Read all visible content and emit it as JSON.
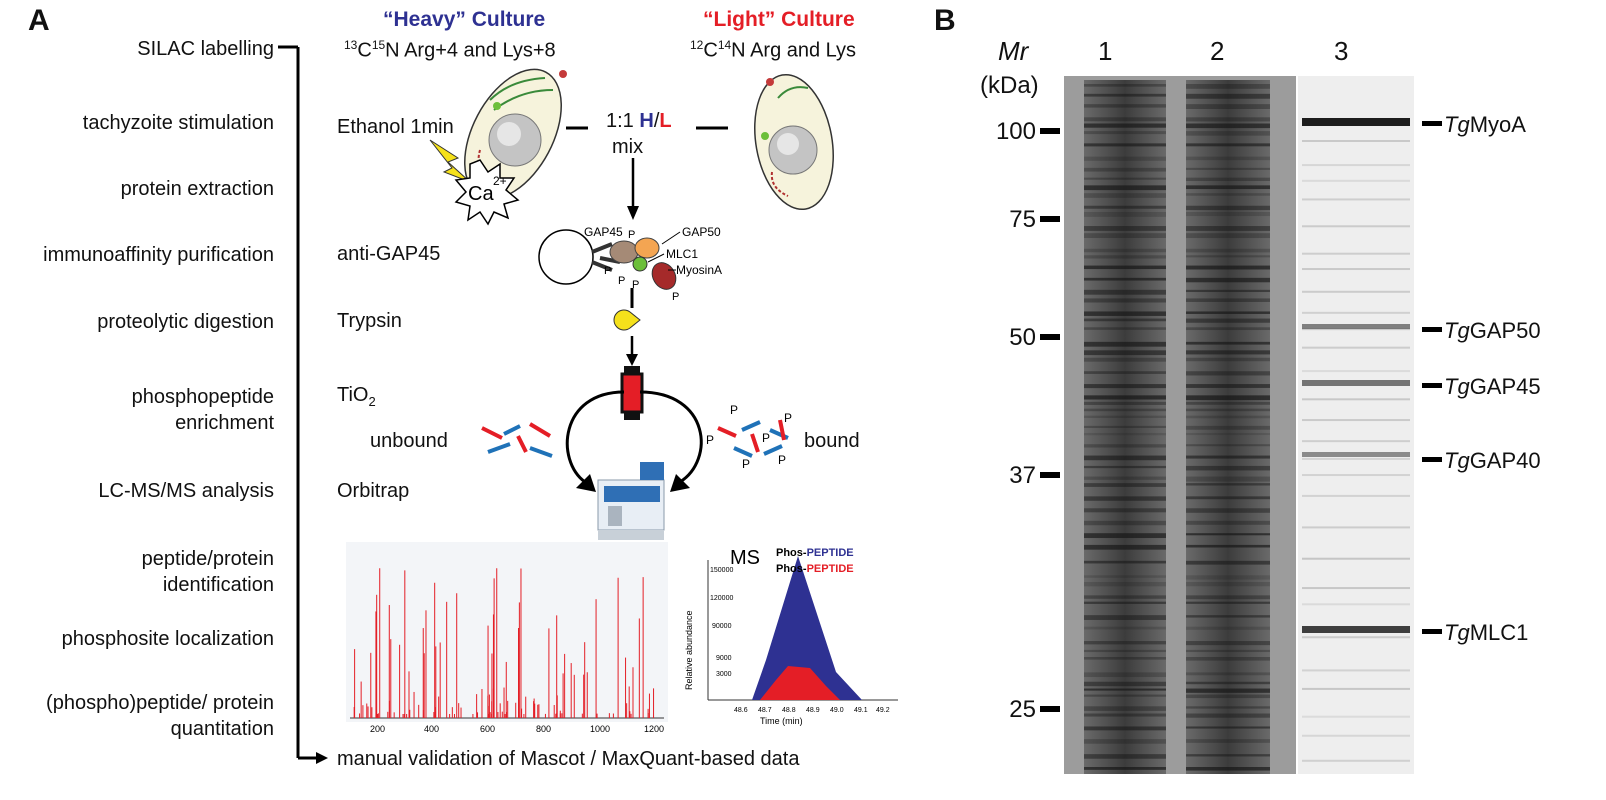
{
  "panel_a": {
    "letter": "A",
    "heavy_culture": "“Heavy” Culture",
    "light_culture": "“Light” Culture",
    "heavy_label": {
      "s1": "13",
      "t1": "C",
      "s2": "15",
      "t2": "N Arg+4 and Lys+8"
    },
    "light_label": {
      "s1": "12",
      "t1": "C",
      "s2": "14",
      "t2": "N Arg and Lys"
    },
    "steps": [
      "SILAC labelling",
      "tachyzoite stimulation",
      "protein extraction",
      "immunoaffinity purification",
      "proteolytic digestion",
      "phosphopeptide",
      "enrichment",
      "LC-MS/MS analysis",
      "peptide/protein",
      "identification",
      "phosphosite localization",
      "(phospho)peptide/ protein",
      "quantitation"
    ],
    "methods": {
      "stimulation": "Ethanol 1min",
      "purification": "anti-GAP45",
      "digestion": "Trypsin",
      "enrichment_t": "TiO",
      "enrichment_sub": "2",
      "analysis": "Orbitrap",
      "final": "manual validation of Mascot / MaxQuant-based data"
    },
    "mix": {
      "ratio": "1:1",
      "h": "H",
      "slash": "/",
      "l": "L",
      "word": "mix"
    },
    "calcium": {
      "ca": "Ca",
      "charge": "2+"
    },
    "complex": {
      "gap45": "GAP45",
      "gap50": "GAP50",
      "mlc1": "MLC1",
      "myosina": "MyosinA",
      "p": "P"
    },
    "unbound": "unbound",
    "bound": "bound",
    "msms_axis": [
      "200",
      "400",
      "600",
      "800",
      "1000",
      "1200"
    ],
    "ms_inset": {
      "title": "MS",
      "legend_prefix": "Phos-",
      "legend_word": "PEPTIDE",
      "ylabel": "Relative abundance",
      "yticks": [
        "150000",
        "120000",
        "90000",
        "9000",
        "3000"
      ],
      "xticks": [
        "48.6",
        "48.7",
        "48.8",
        "48.9",
        "49.0",
        "49.1",
        "49.2"
      ],
      "xlabel": "Time (min)",
      "heavy_color": "#2e3192",
      "light_color": "#e41e26"
    }
  },
  "panel_b": {
    "letter": "B",
    "mr": "Mr",
    "kda": "(kDa)",
    "lanes": [
      "1",
      "2",
      "3"
    ],
    "markers": [
      "100",
      "75",
      "50",
      "37",
      "25"
    ],
    "bands": [
      {
        "prefix": "Tg",
        "name": "MyoA"
      },
      {
        "prefix": "Tg",
        "name": "GAP50"
      },
      {
        "prefix": "Tg",
        "name": "GAP45"
      },
      {
        "prefix": "Tg",
        "name": "GAP40"
      },
      {
        "prefix": "Tg",
        "name": "MLC1"
      }
    ]
  }
}
